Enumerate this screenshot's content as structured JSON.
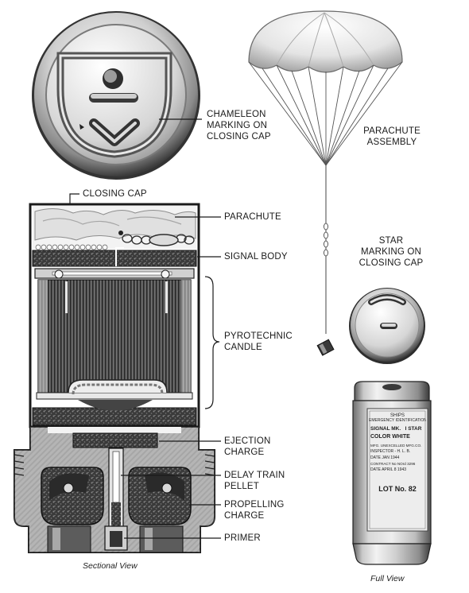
{
  "labels": {
    "chameleon_1": "CHAMELEON",
    "chameleon_2": "MARKING ON",
    "chameleon_3": "CLOSING CAP",
    "parachute_assembly_1": "PARACHUTE",
    "parachute_assembly_2": "ASSEMBLY",
    "closing_cap": "CLOSING CAP",
    "parachute": "PARACHUTE",
    "signal_body": "SIGNAL BODY",
    "star_1": "STAR",
    "star_2": "MARKING ON",
    "star_3": "CLOSING CAP",
    "pyrotechnic_1": "PYROTECHNIC",
    "pyrotechnic_2": "CANDLE",
    "ejection_1": "EJECTION",
    "ejection_2": "CHARGE",
    "delay_1": "DELAY TRAIN",
    "delay_2": "PELLET",
    "propelling_1": "PROPELLING",
    "propelling_2": "CHARGE",
    "primer": "PRIMER"
  },
  "captions": {
    "sectional": "Sectional View",
    "full": "Full View"
  },
  "plate": {
    "line1": "SHIPS",
    "line2": "EMERGENCY IDENTIFICATION",
    "line3": "SIGNAL MK.   I STAR",
    "line4": "COLOR WHITE",
    "line5": "MFG. UNEXCELLED MFG.CO.",
    "line6": "INSPECTOR - H. L. B.",
    "line7": "DATE JAN 1944",
    "line8": "CONTRACT No NOrd 3296",
    "line9": "DATE APRIL 8 1943",
    "lot": "LOT No. 82"
  }
}
